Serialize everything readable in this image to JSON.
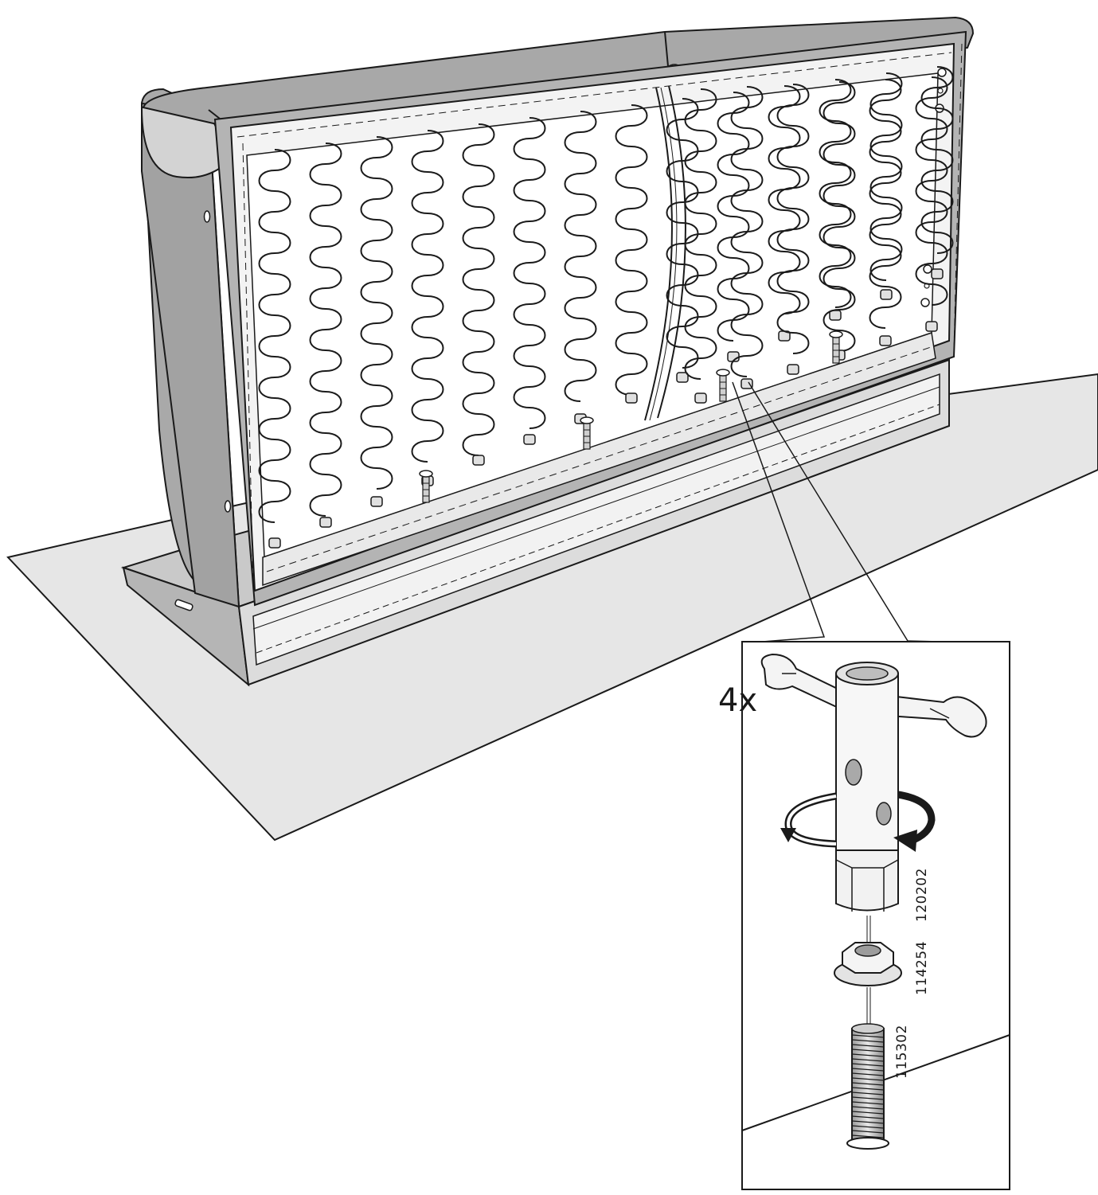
{
  "step": {
    "quantity": "4x",
    "parts": [
      {
        "number": "120202",
        "role": "wrench"
      },
      {
        "number": "114254",
        "role": "nut"
      },
      {
        "number": "115302",
        "role": "threaded-bolt"
      }
    ]
  },
  "colors": {
    "line": "#1a1a1a",
    "floor": "#e6e6e6",
    "frame_grey": "#a7a7a7",
    "frame_light": "#d6d6d6",
    "frame_inner": "#f4f4f4",
    "white": "#ffffff"
  },
  "icons": {
    "rotate": "rotate-arrow-icon",
    "nut": "hex-nut-icon",
    "bolt": "bolt-icon",
    "wrench": "t-wrench-icon"
  }
}
